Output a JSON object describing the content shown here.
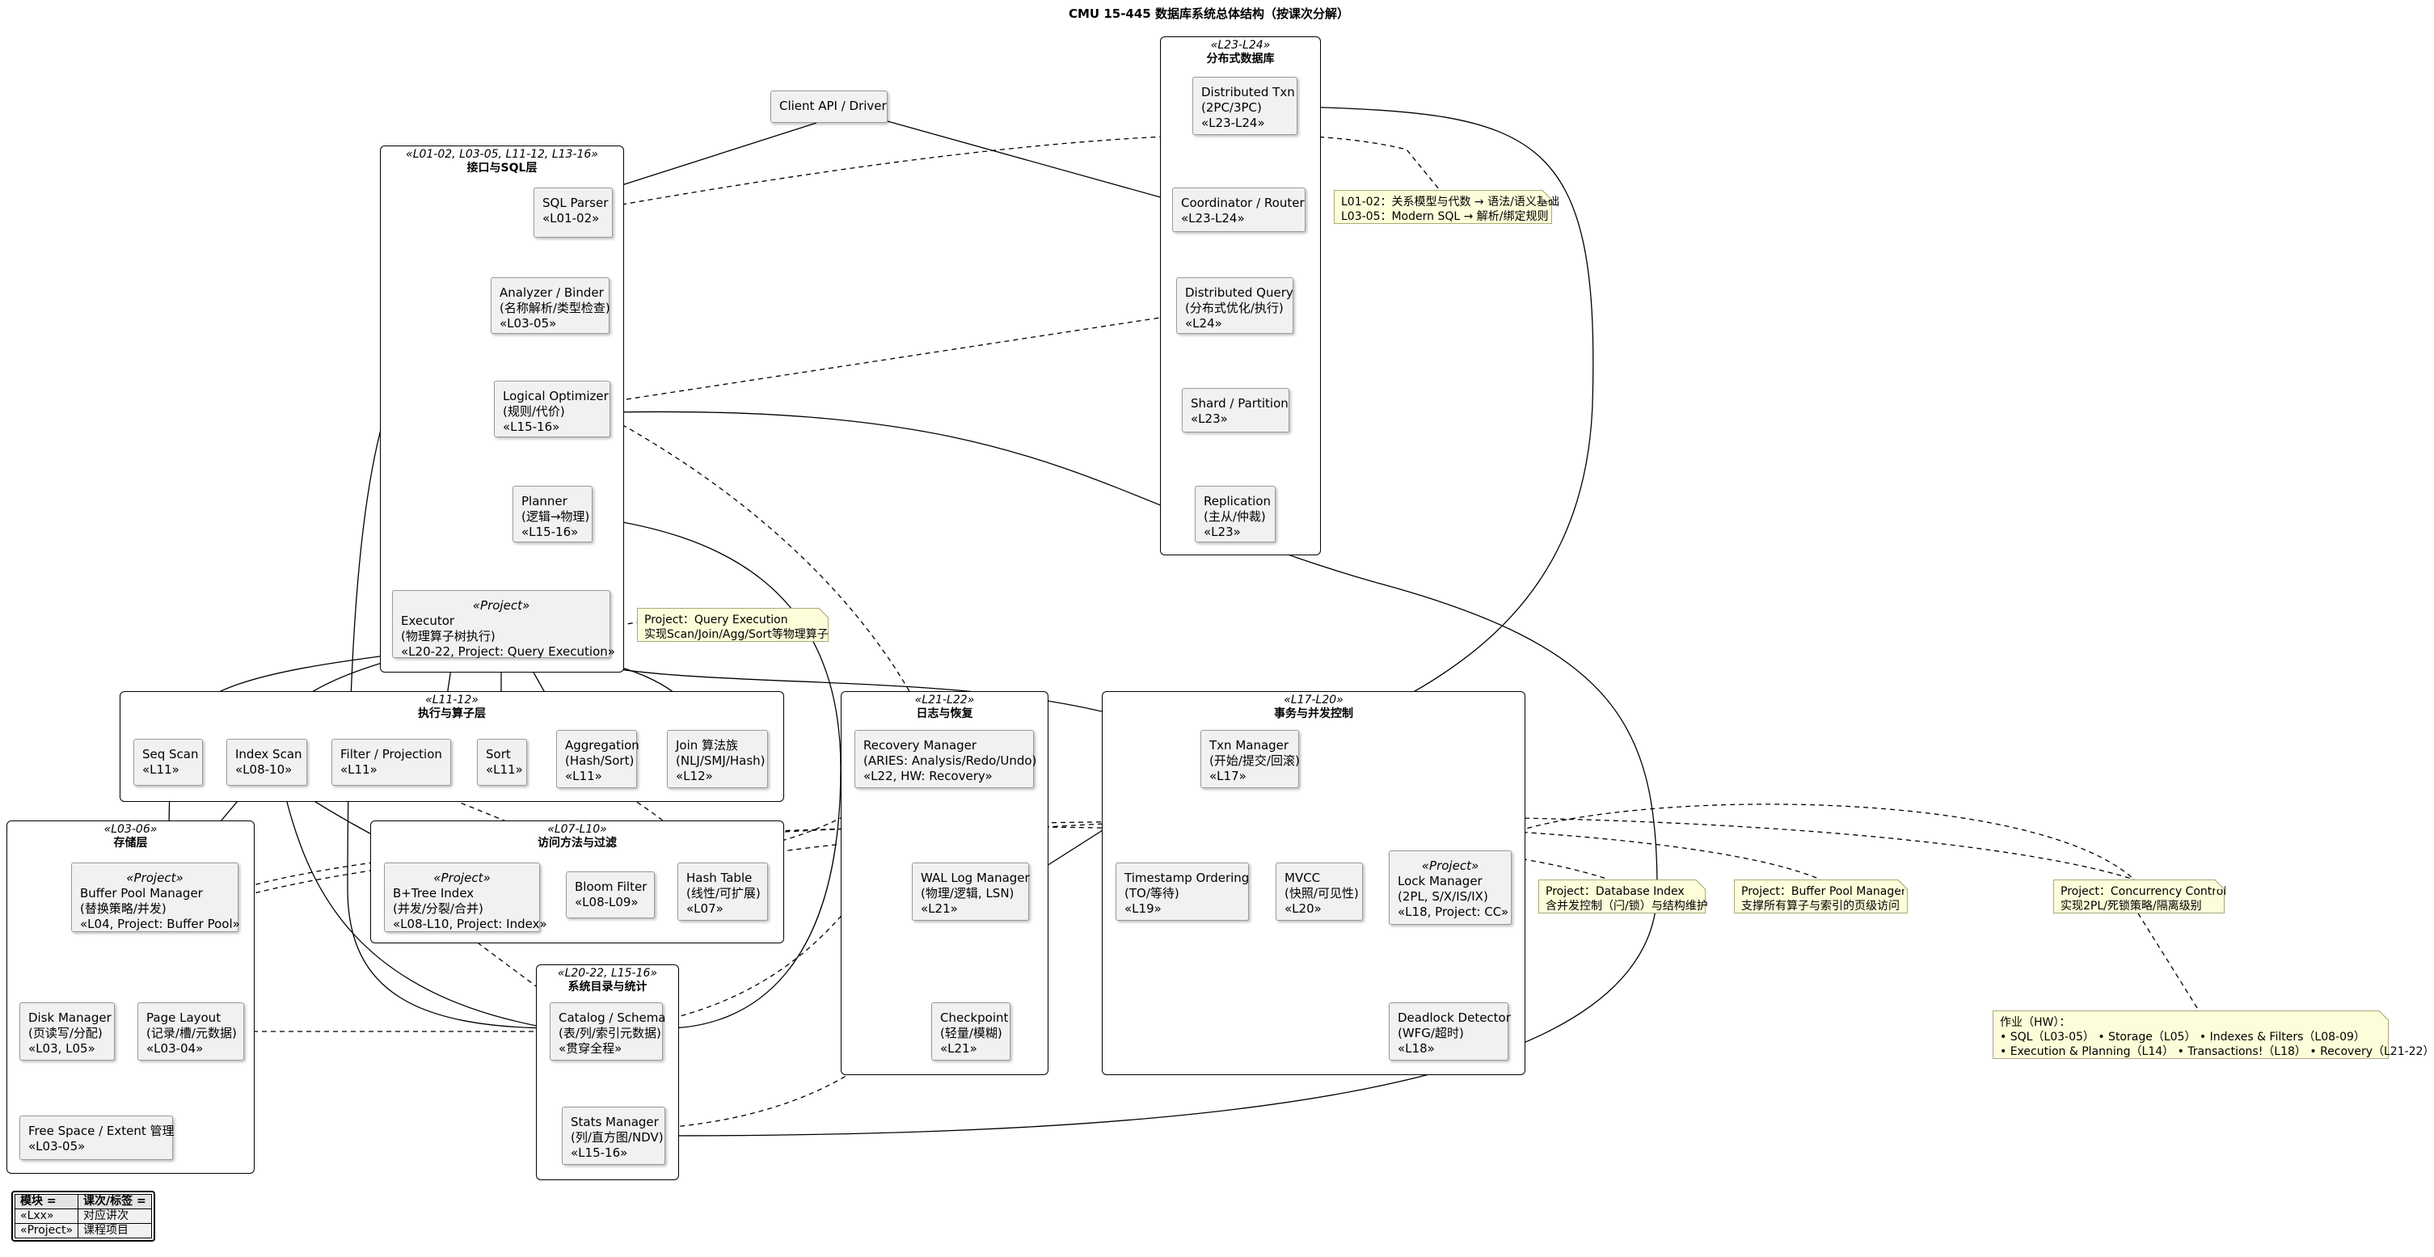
{
  "title": "CMU 15-445 数据库系统总体结构（按课次分解）",
  "client": {
    "label": "Client API / Driver"
  },
  "packages": {
    "sql_layer": {
      "stereo": "«L01-02, L03-05, L11-12, L13-16»",
      "name": "接口与SQL层"
    },
    "exec_layer": {
      "stereo": "«L11-12»",
      "name": "执行与算子层"
    },
    "storage_layer": {
      "stereo": "«L03-06»",
      "name": "存储层"
    },
    "access_layer": {
      "stereo": "«L07-L10»",
      "name": "访问方法与过滤"
    },
    "catalog_layer": {
      "stereo": "«L20-22, L15-16»",
      "name": "系统目录与统计"
    },
    "log_layer": {
      "stereo": "«L21-L22»",
      "name": "日志与恢复"
    },
    "txn_layer": {
      "stereo": "«L17-L20»",
      "name": "事务与并发控制"
    },
    "dist_layer": {
      "stereo": "«L23-L24»",
      "name": "分布式数据库"
    }
  },
  "nodes": {
    "sql_parser": {
      "stereo": "",
      "lines": [
        "SQL Parser",
        "«L01-02»"
      ]
    },
    "analyzer": {
      "stereo": "",
      "lines": [
        "Analyzer / Binder",
        "(名称解析/类型检查)",
        "«L03-05»"
      ]
    },
    "logical_optimizer": {
      "stereo": "",
      "lines": [
        "Logical Optimizer",
        "(规则/代价)",
        "«L15-16»"
      ]
    },
    "planner": {
      "stereo": "",
      "lines": [
        "Planner",
        "(逻辑→物理)",
        "«L15-16»"
      ]
    },
    "executor": {
      "stereo": "«Project»",
      "lines": [
        "Executor",
        "(物理算子树执行)",
        "«L20-22, Project: Query Execution»"
      ]
    },
    "seq_scan": {
      "stereo": "",
      "lines": [
        "Seq Scan",
        "«L11»"
      ]
    },
    "index_scan": {
      "stereo": "",
      "lines": [
        "Index Scan",
        "«L08-10»"
      ]
    },
    "filter_projection": {
      "stereo": "",
      "lines": [
        "Filter / Projection",
        "«L11»"
      ]
    },
    "sort": {
      "stereo": "",
      "lines": [
        "Sort",
        "«L11»"
      ]
    },
    "aggregation": {
      "stereo": "",
      "lines": [
        "Aggregation",
        "(Hash/Sort)",
        "«L11»"
      ]
    },
    "join": {
      "stereo": "",
      "lines": [
        "Join 算法族",
        "(NLJ/SMJ/Hash)",
        "«L12»"
      ]
    },
    "buffer_pool": {
      "stereo": "«Project»",
      "lines": [
        "Buffer Pool Manager",
        "(替换策略/并发)",
        "«L04, Project: Buffer Pool»"
      ]
    },
    "disk_manager": {
      "stereo": "",
      "lines": [
        "Disk Manager",
        "(页读写/分配)",
        "«L03, L05»"
      ]
    },
    "page_layout": {
      "stereo": "",
      "lines": [
        "Page Layout",
        "(记录/槽/元数据)",
        "«L03-04»"
      ]
    },
    "free_space": {
      "stereo": "",
      "lines": [
        "Free Space / Extent 管理",
        "«L03-05»"
      ]
    },
    "btree": {
      "stereo": "«Project»",
      "lines": [
        "B+Tree Index",
        "(并发/分裂/合并)",
        "«L08-L10, Project: Index»"
      ]
    },
    "bloom_filter": {
      "stereo": "",
      "lines": [
        "Bloom Filter",
        "«L08-L09»"
      ]
    },
    "hash_table": {
      "stereo": "",
      "lines": [
        "Hash Table",
        "(线性/可扩展)",
        "«L07»"
      ]
    },
    "catalog": {
      "stereo": "",
      "lines": [
        "Catalog / Schema",
        "(表/列/索引元数据)",
        "«贯穿全程»"
      ]
    },
    "stats": {
      "stereo": "",
      "lines": [
        "Stats Manager",
        "(列/直方图/NDV)",
        "«L15-16»"
      ]
    },
    "recovery": {
      "stereo": "",
      "lines": [
        "Recovery Manager",
        "(ARIES: Analysis/Redo/Undo)",
        "«L22, HW: Recovery»"
      ]
    },
    "wal": {
      "stereo": "",
      "lines": [
        "WAL Log Manager",
        "(物理/逻辑, LSN)",
        "«L21»"
      ]
    },
    "checkpoint": {
      "stereo": "",
      "lines": [
        "Checkpoint",
        "(轻量/模糊)",
        "«L21»"
      ]
    },
    "txn_manager": {
      "stereo": "",
      "lines": [
        "Txn Manager",
        "(开始/提交/回滚)",
        "«L17»"
      ]
    },
    "timestamp": {
      "stereo": "",
      "lines": [
        "Timestamp Ordering",
        "(TO/等待)",
        "«L19»"
      ]
    },
    "mvcc": {
      "stereo": "",
      "lines": [
        "MVCC",
        "(快照/可见性)",
        "«L20»"
      ]
    },
    "lock_manager": {
      "stereo": "«Project»",
      "lines": [
        "Lock Manager",
        "(2PL, S/X/IS/IX)",
        "«L18, Project: CC»"
      ]
    },
    "deadlock": {
      "stereo": "",
      "lines": [
        "Deadlock Detector",
        "(WFG/超时)",
        "«L18»"
      ]
    },
    "dist_txn": {
      "stereo": "",
      "lines": [
        "Distributed Txn",
        "(2PC/3PC)",
        "«L23-L24»"
      ]
    },
    "coordinator": {
      "stereo": "",
      "lines": [
        "Coordinator / Router",
        "«L23-L24»"
      ]
    },
    "dist_query": {
      "stereo": "",
      "lines": [
        "Distributed Query",
        "(分布式优化/执行)",
        "«L24»"
      ]
    },
    "shard": {
      "stereo": "",
      "lines": [
        "Shard / Partition",
        "«L23»"
      ]
    },
    "replication": {
      "stereo": "",
      "lines": [
        "Replication",
        "(主从/仲裁)",
        "«L23»"
      ]
    }
  },
  "notes": {
    "note_sql": [
      "L01-02：关系模型与代数 → 语法/语义基础",
      "L03-05：Modern SQL → 解析/绑定规则"
    ],
    "note_exec": [
      "Project：Query Execution",
      "实现Scan/Join/Agg/Sort等物理算子"
    ],
    "note_index": [
      "Project：Database Index",
      "含并发控制（闩/锁）与结构维护"
    ],
    "note_buffer": [
      "Project：Buffer Pool Manager",
      "支撑所有算子与索引的页级访问"
    ],
    "note_cc": [
      "Project：Concurrency Control",
      "实现2PL/死锁策略/隔离级别"
    ],
    "note_hw": [
      "作业（HW）：",
      "• SQL（L03-05）  • Storage（L05）  • Indexes & Filters（L08-09）",
      "• Execution & Planning（L14）  • Transactions!（L18）  • Recovery（L21-22）"
    ]
  },
  "legend": {
    "header": [
      "模块 =",
      "课次/标签 ="
    ],
    "rows": [
      [
        "«Lxx»",
        "对应讲次"
      ],
      [
        "«Project»",
        "课程项目"
      ]
    ]
  }
}
